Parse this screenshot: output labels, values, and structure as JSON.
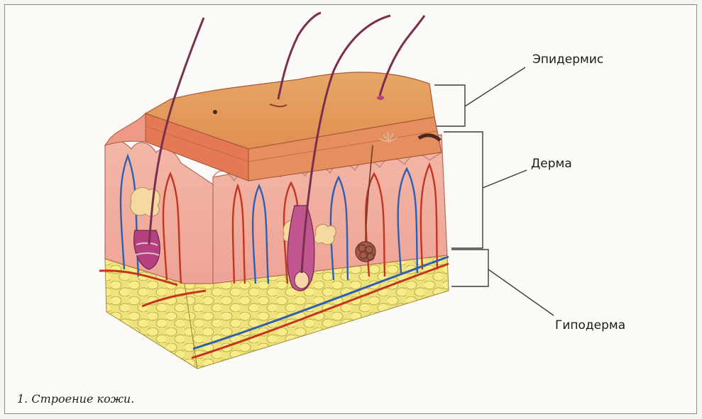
{
  "labels": {
    "epidermis": "Эпидермис",
    "dermis": "Дерма",
    "hypodermis": "Гиподерма"
  },
  "caption": "1. Строение кожи.",
  "colors": {
    "epidermis_top": "#e9a25e",
    "epidermis_side": "#e67e55",
    "dermis": "#f0b0a6",
    "hypodermis": "#f2e46a",
    "artery": "#c4341f",
    "vein": "#2f5fb0",
    "hair": "#7a2f4f",
    "bulb": "#b5407f"
  }
}
